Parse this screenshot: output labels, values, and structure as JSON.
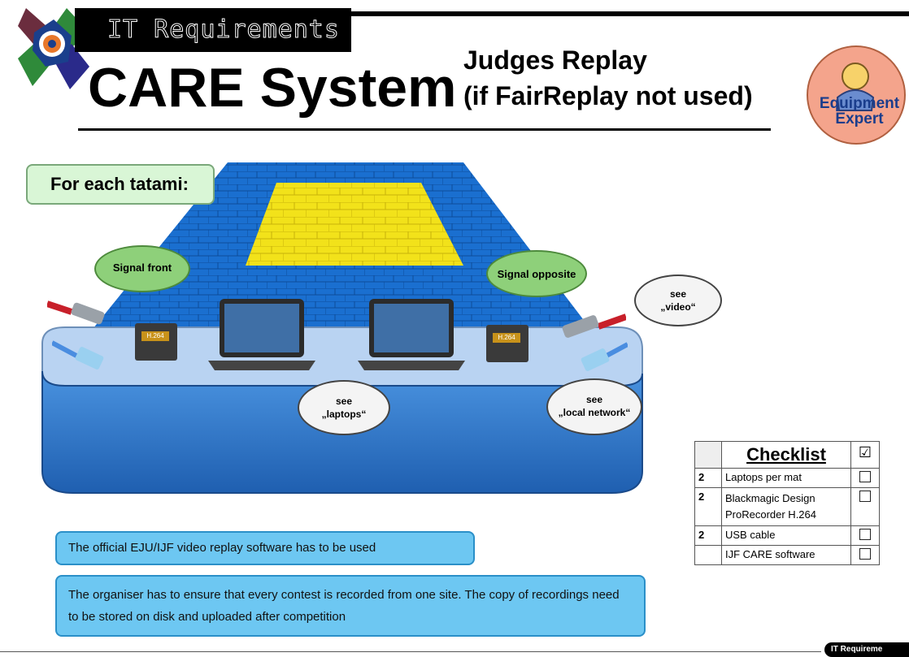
{
  "header": {
    "badge": "IT Requirements",
    "title": "CARE System",
    "subtitle_line1": "Judges Replay",
    "subtitle_line2": "(if FairReplay not used)",
    "role_line1": "Equipment",
    "role_line2": "Expert"
  },
  "scene": {
    "tatami_label": "For each tatami:",
    "signal_front": "Signal front",
    "signal_opposite": "Signal opposite",
    "see_video_1": "see",
    "see_video_2": "„video“",
    "see_laptops_1": "see",
    "see_laptops_2": "„laptops“",
    "see_network_1": "see",
    "see_network_2": "„local network“",
    "recorder_label": "H.264"
  },
  "notes": {
    "note1": "The official EJU/IJF video replay software has to be used",
    "note2": "The organiser has to ensure that every contest is recorded from one site. The copy of recordings need to be stored on disk and uploaded after competition"
  },
  "checklist": {
    "header": "Checklist",
    "header_check": "☑",
    "rows": [
      {
        "qty": "2",
        "item": "Laptops per mat"
      },
      {
        "qty": "2",
        "item": "Blackmagic Design ProRecorder H.264"
      },
      {
        "qty": "2",
        "item": "USB cable"
      },
      {
        "qty": "",
        "item": "IJF CARE software"
      }
    ]
  },
  "footer": {
    "tag": "IT Requireme"
  },
  "colors": {
    "tatami_blue": "#1a6fd0",
    "tatami_yellow": "#f2e21a",
    "table_blue": "#3f86d6",
    "table_top": "#b9d3f2",
    "bubble_green": "#8ed07a",
    "note_blue": "#6dc7f2"
  }
}
